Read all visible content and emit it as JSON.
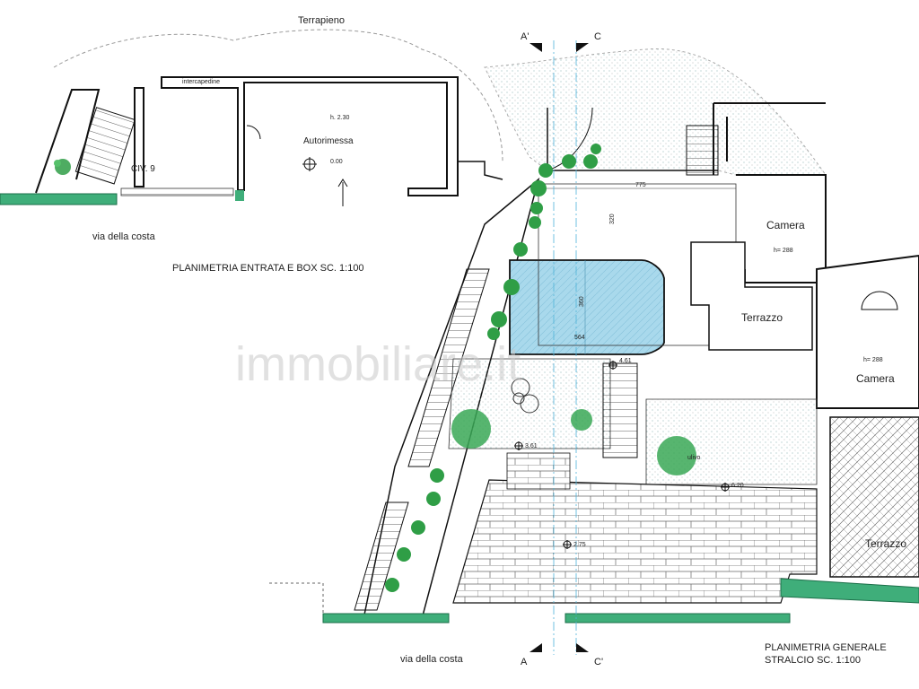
{
  "entrance_plan": {
    "terrapieno": "Terrapieno",
    "intercapedine": "intercapedine",
    "height": "h. 2.30",
    "autorimessa": "Autorimessa",
    "level": "0.00",
    "civ": "CIV. 9",
    "street": "via della costa",
    "title": "PLANIMETRIA ENTRATA E BOX  SC. 1:100"
  },
  "general_plan": {
    "section_a_top": "A'",
    "section_c_top": "C",
    "section_a_bottom": "A",
    "section_c_bottom": "C'",
    "dim_775": "775",
    "dim_320": "320",
    "dim_360": "360",
    "dim_564": "564",
    "camera_1": "Camera",
    "camera_1_h": "h= 288",
    "camera_2": "Camera",
    "camera_2_h": "h= 288",
    "terrazzo_1": "Terrazzo",
    "terrazzo_2": "Terrazzo",
    "level_461": "4.61",
    "level_361": "3.61",
    "level_620": "6.20",
    "level_275": "2.75",
    "ulivo": "ulivo",
    "street": "via della costa",
    "title_line1": "PLANIMETRIA GENERALE",
    "title_line2": "STRALCIO SC. 1:100"
  },
  "watermark": "immobiliare.it",
  "colors": {
    "pool": "#a9d9ec",
    "curb": "#3fae7a",
    "plant": "#2f9e46",
    "section_line": "#4fb3d9"
  }
}
